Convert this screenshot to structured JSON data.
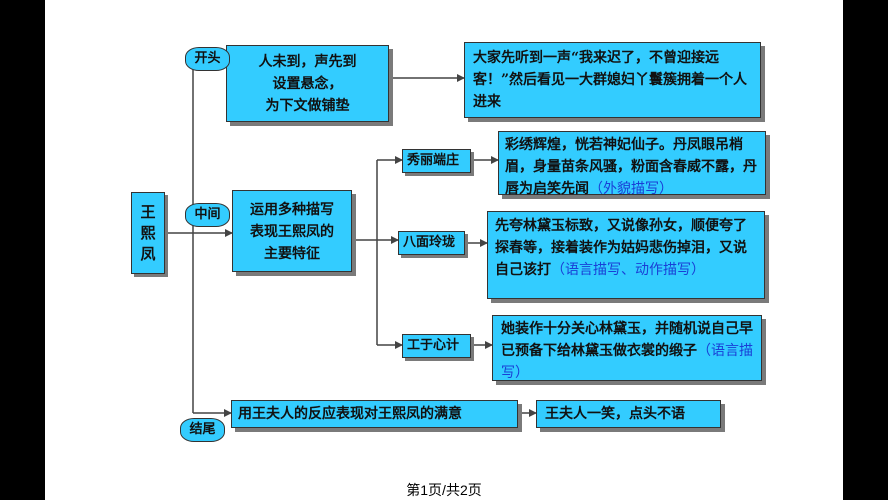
{
  "root": {
    "chars": [
      "王",
      "熙",
      "凤"
    ]
  },
  "sections": {
    "opening": {
      "tag": "开头",
      "summary_lines": [
        "人未到，声先到",
        "设置悬念，",
        "为下文做铺垫"
      ],
      "detail": "大家先听到一声“我来迟了，不曾迎接远客！”然后看见一大群媳妇丫鬟簇拥着一个人进来"
    },
    "middle": {
      "tag": "中间",
      "summary_lines": [
        "运用多种描写",
        "表现王熙凤的",
        "主要特征"
      ]
    },
    "ending": {
      "tag": "结尾",
      "summary": "用王夫人的反应表现对王熙凤的满意",
      "detail": "王夫人一笑，点头不语"
    }
  },
  "traits": [
    {
      "label": "秀丽端庄",
      "detail": "彩绣辉煌，恍若神妃仙子。丹凤眼吊梢眉，身量苗条风骚，粉面含春威不露，丹唇为启笑先闻",
      "highlight": "（外貌描写）"
    },
    {
      "label": "八面玲珑",
      "detail": "先夸林黛玉标致，又说像孙女，顺便夸了探春等，接着装作为姑妈悲伤掉泪，又说自己该打",
      "highlight": "（语言描写、动作描写）"
    },
    {
      "label": "工于心计",
      "detail": "她装作十分关心林黛玉，并随机说自己早已预备下给林黛玉做衣裳的缎子",
      "highlight": "（语言描写）"
    }
  ],
  "footer": "第1页/共2页",
  "colors": {
    "box_fill": "#33ccff",
    "box_border": "#333333",
    "highlight": "#1a3fd6",
    "connector": "#444444"
  }
}
